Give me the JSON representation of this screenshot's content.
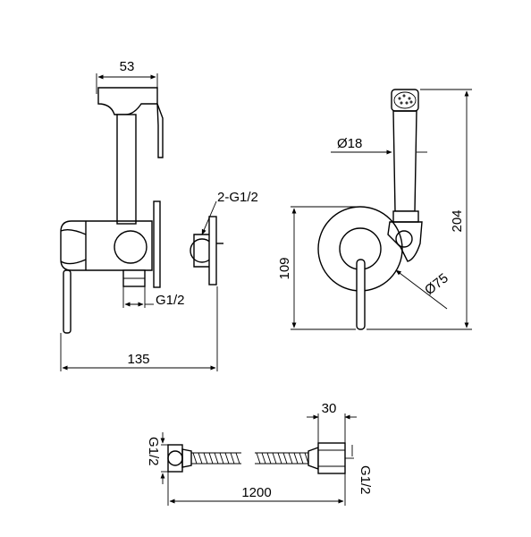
{
  "side_view": {
    "width_top": "53",
    "thread_outlet": "2-G1/2",
    "thread_inlet": "G1/2",
    "width_overall": "135"
  },
  "front_view": {
    "hose_diameter": "Ø18",
    "height_plate": "109",
    "height_overall": "204",
    "plate_diameter": "Ø75"
  },
  "hose_view": {
    "thread_left": "G1/2",
    "nut_width": "30",
    "hose_length": "1200",
    "thread_right": "G1/2"
  }
}
